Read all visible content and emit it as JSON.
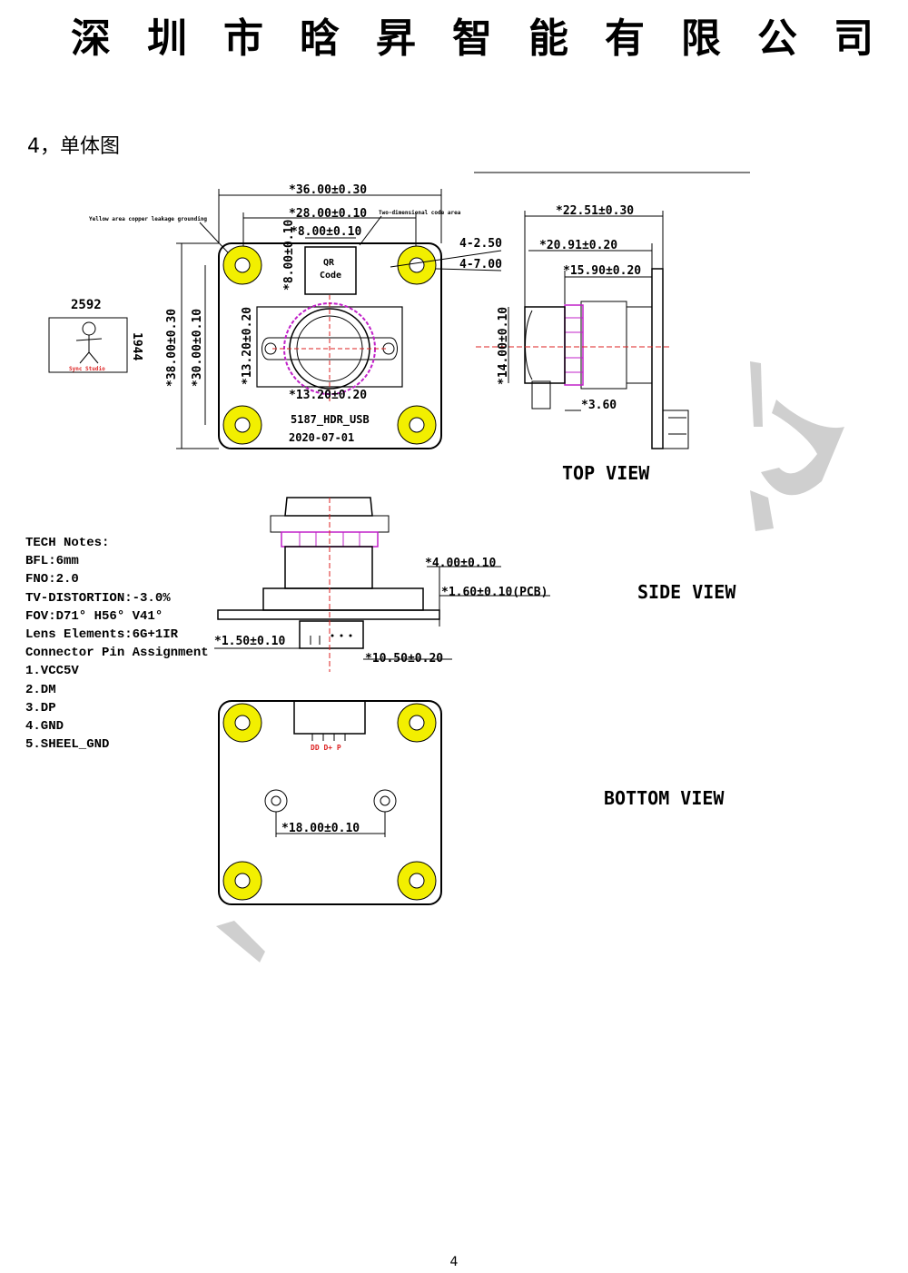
{
  "header": {
    "company": "深圳市晗昇智能有限公司"
  },
  "section": {
    "title": "4，单体图"
  },
  "top_view": {
    "title": "TOP VIEW",
    "dim_width": "*36.00±0.30",
    "dim_hole_spacing": "*28.00±0.10",
    "dim_qr_width": "*8.00±0.10",
    "dim_qr_height": "*8.00±0.10",
    "dim_holes_small": "4-2.50",
    "dim_holes_large": "4-7.00",
    "dim_height": "*38.00±0.30",
    "dim_hole_spacing_v": "*30.00±0.10",
    "dim_sensor": "*13.20±0.20",
    "dim_lens": "*13.20±0.20",
    "label_note_left": "Yellow area copper leakage grounding",
    "label_note_right": "Two-dimensional code area",
    "qr_label_1": "QR",
    "qr_label_2": "Code",
    "model": "5187_HDR_USB",
    "date": "2020-07-01",
    "resolution_w": "2592",
    "resolution_h": "1944",
    "sensor_caption": "Sync Studio"
  },
  "side_profile": {
    "dim_total": "*22.51±0.30",
    "dim_lens_total": "*20.91±0.20",
    "dim_barrel": "*15.90±0.20",
    "dim_diameter": "*14.00±0.10",
    "dim_offset": "*3.60"
  },
  "side_view": {
    "title": "SIDE VIEW",
    "dim_holder": "*4.00±0.10",
    "dim_pcb": "*1.60±0.10(PCB)",
    "dim_connector_h": "*1.50±0.10",
    "dim_connector_w": "*10.50±0.20"
  },
  "notes": [
    "TECH  Notes:",
    "BFL:6mm",
    "FNO:2.0",
    "TV-DISTORTION:-3.0%",
    "FOV:D71° H56° V41°",
    "Lens Elements:6G+1IR",
    "Connector Pin Assignment",
    "1.VCC5V",
    "2.DM",
    "3.DP",
    "4.GND",
    "5.SHEEL_GND"
  ],
  "bottom_view": {
    "title": "BOTTOM VIEW",
    "dim_hole_spacing": "*18.00±0.10",
    "connector_label": "DD D+ P"
  },
  "page": {
    "number": "4"
  },
  "colors": {
    "pad_yellow": "#f2ef00",
    "lens_magenta": "#c020c8",
    "center_red": "#dd2222",
    "watermark": "#cfcfcf"
  }
}
